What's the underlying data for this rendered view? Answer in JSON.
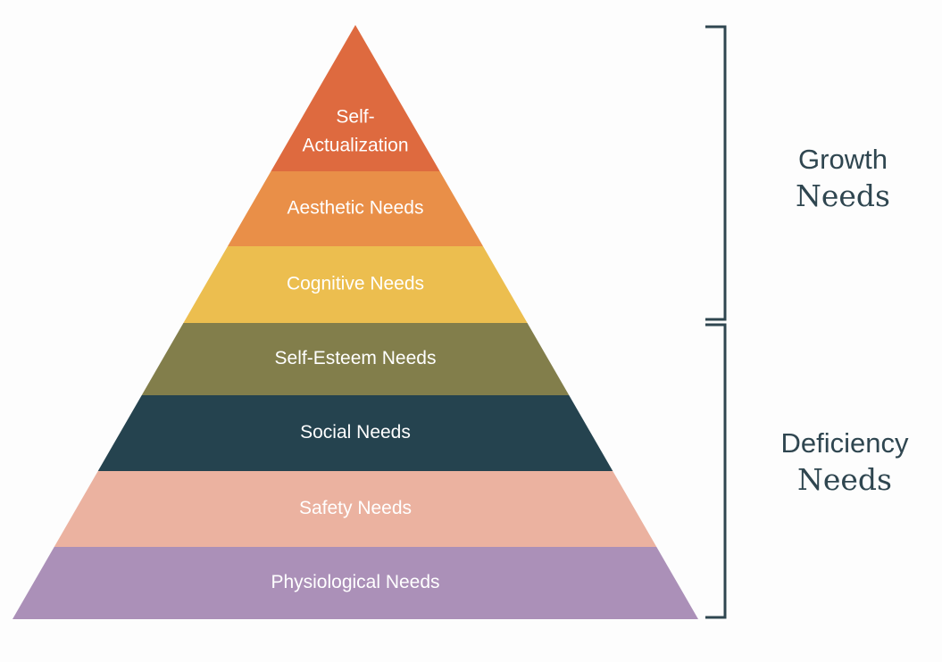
{
  "pyramid": {
    "levels": [
      {
        "lines": [
          "Self-",
          "Actualization"
        ],
        "color": "#de6a3f"
      },
      {
        "lines": [
          "Aesthetic Needs"
        ],
        "color": "#e98f48"
      },
      {
        "lines": [
          "Cognitive Needs"
        ],
        "color": "#ecbe4f"
      },
      {
        "lines": [
          "Self-Esteem Needs"
        ],
        "color": "#827e4b"
      },
      {
        "lines": [
          "Social Needs"
        ],
        "color": "#25434f"
      },
      {
        "lines": [
          "Safety Needs"
        ],
        "color": "#ebb2a0"
      },
      {
        "lines": [
          "Physiological Needs"
        ],
        "color": "#ab90b8"
      }
    ]
  },
  "groups": {
    "growth": {
      "line1": "Growth",
      "line2": "Needs"
    },
    "deficiency": {
      "line1": "Deficiency",
      "line2": "Needs"
    }
  },
  "colors": {
    "bracket": "#2f4650",
    "group_text": "#2f4650",
    "label_text": "#ffffff"
  }
}
